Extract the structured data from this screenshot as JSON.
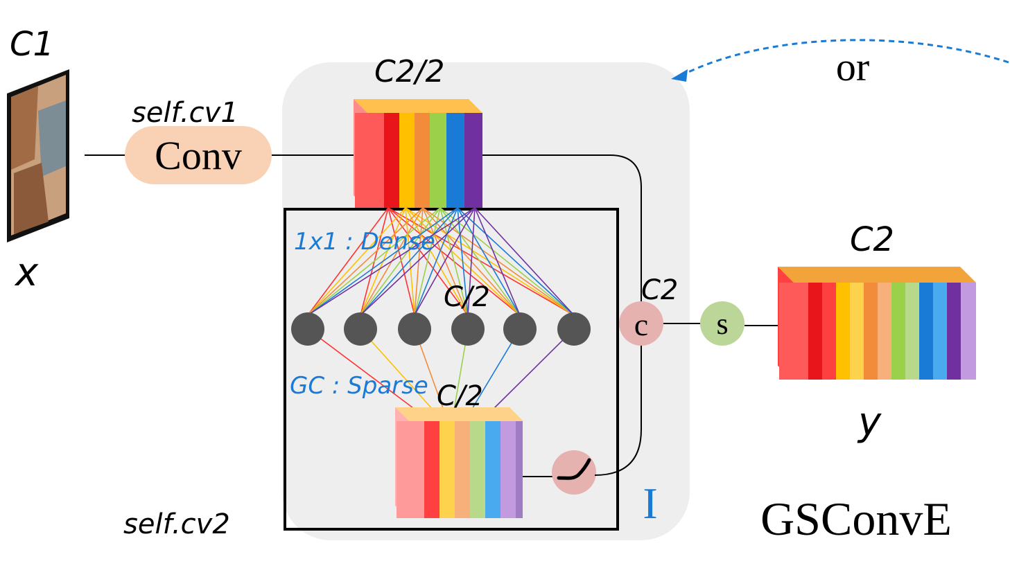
{
  "labels": {
    "input_channels": "C1",
    "input_var": "x",
    "cv1": "self.cv1",
    "conv": "Conv",
    "half_channels": "C2/2",
    "dense": "1x1 : Dense",
    "node_channels": "C/2",
    "sparse": "GC : Sparse",
    "gc_channels": "C/2",
    "cv2": "self.cv2",
    "concat_channels": "C2",
    "concat": "c",
    "shuffle": "s",
    "output_channels": "C2",
    "output_var": "y",
    "identity": "I",
    "or": "or",
    "module_name": "GSConvE"
  },
  "colors": {
    "conv_fill": "#f9d2b5",
    "panel_fill": "#eeeeee",
    "node_fill": "#555555",
    "concat_fill": "#e6b2b0",
    "shuffle_fill": "#bcd69a",
    "activation_fill": "#e6b2b0",
    "identity_text": "#1a7bd6",
    "annotation_blue": "#1a7bd6",
    "dashed_arrow": "#1a7bd6",
    "rainbow": [
      "#ff5a5a",
      "#e8151b",
      "#ffc000",
      "#ff8c1a",
      "#9bd04a",
      "#1a7bd6",
      "#7030a0"
    ]
  }
}
